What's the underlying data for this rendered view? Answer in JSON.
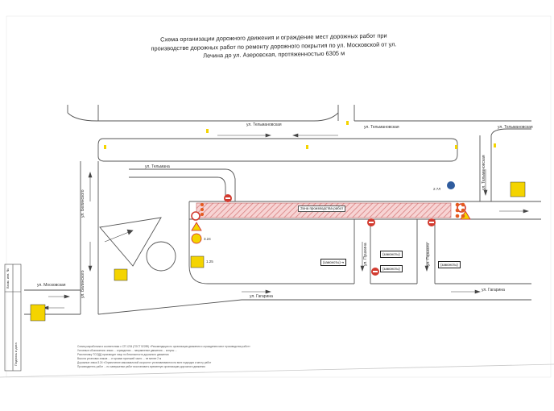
{
  "title": {
    "line1": "Схема организации дорожного движения и ограждение мест дорожных работ при",
    "line2": "производстве дорожных работ по ремонту дорожного покрытия по ул. Московской от ул.",
    "line3": "Лечина до ул. Азеровская, протяженностью 6305 м"
  },
  "streets": {
    "telmanovskaya_top_left": "ул. Тельмановская",
    "telmanovskaya_top_mid": "ул. Тельмановская",
    "telmanovskaya_top_right": "ул. Тельмановская",
    "telmana": "ул. Тельмана",
    "belinskogo_left": "ул. Белинского",
    "belinskogo_lower": "ул. Белинского",
    "moskovskaya": "ул. Московская",
    "gagarina_left": "ул. Гагарина",
    "gagarina_right": "ул. Гагарина",
    "pushkina": "ул. Пушкина",
    "gorkogo": "ул. Горького",
    "tsentralnaya": "ул. Тельмановская"
  },
  "work_zone_label": "Зона производства работ",
  "sign_boxes": {
    "box1": "(замоноты) ➜",
    "box2": "(замоноты)",
    "box3": "(замоноты)",
    "box4": "(замоноты)"
  },
  "sign_codes": {
    "code_1": "3.24",
    "code_2": "2.7Л",
    "code_3": "1.25"
  },
  "stamp": {
    "title": "Взам. инв. №",
    "subtitle": "Подпись и дата"
  },
  "notes": [
    "Схема разработана в соответствии с СП 1234 (ГОСТ 52289) «Рекомендации по организации движения и ограждению мест производства работ»",
    "Условные обозначения: знаки ... ограждения ... направление движения ... конусы ...",
    "Расстановку ТСОДД производит лицо по безопасности дорожного движения",
    "Высота установки знаков ... от кромки проезжей части ... не менее 2 м",
    "Дорожные знаки 3.24 «Ограничение максимальной скорости» устанавливаются на всех подходах к месту работ",
    "Производитель работ ... по завершении работ восстановить временную организацию дорожного движения"
  ],
  "colors": {
    "road_line": "#555555",
    "work_zone_fill": "#f7d4d4",
    "work_zone_hatch": "#d88080",
    "sign_red": "#d23b30",
    "sign_blue": "#2f5c9e",
    "sign_yellow": "#f4d400"
  }
}
